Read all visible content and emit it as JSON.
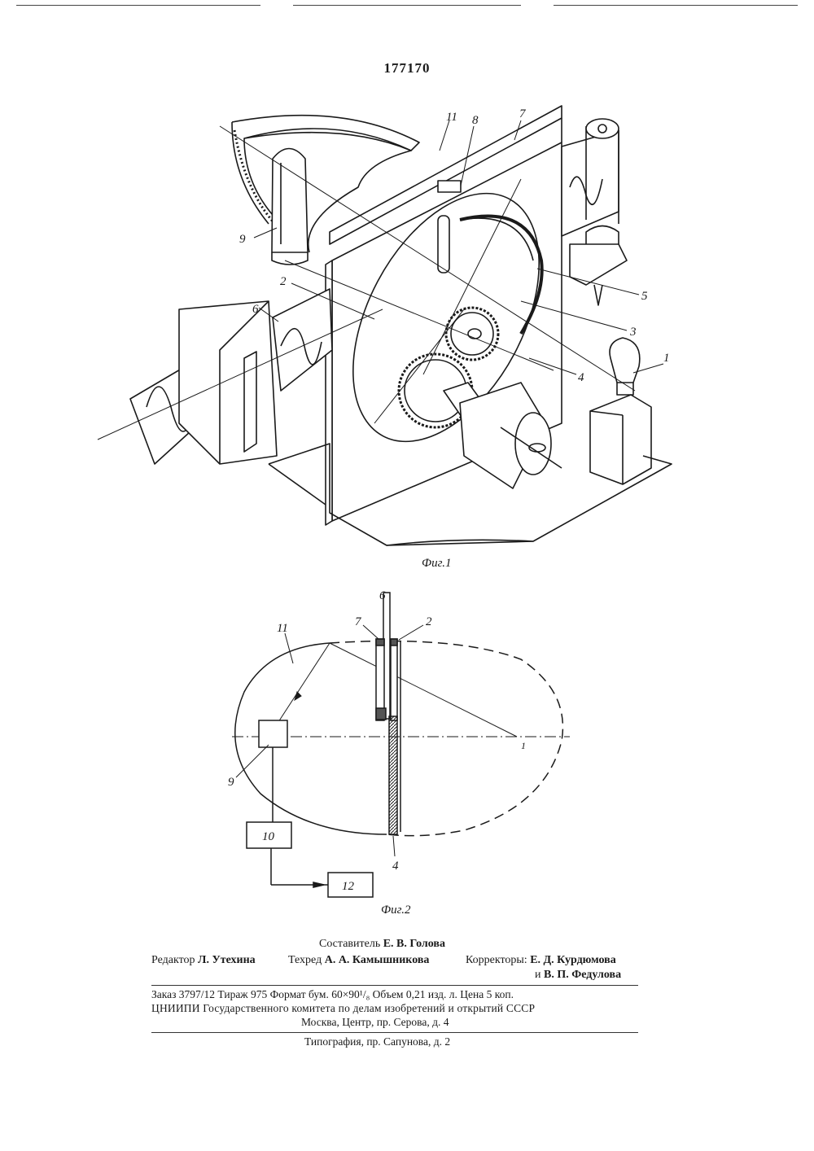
{
  "patent_number": "177170",
  "fig1": {
    "caption": "Фиг.1",
    "callouts": [
      "11",
      "7",
      "8",
      "9",
      "2",
      "6",
      "5",
      "3",
      "1",
      "4"
    ]
  },
  "fig2": {
    "caption": "Фиг.2",
    "callouts": [
      "6",
      "7",
      "2",
      "11",
      "1",
      "9",
      "10",
      "4",
      "12"
    ]
  },
  "colophon": {
    "compiler_label": "Составитель",
    "compiler_name": "Е. В. Голова",
    "editor_label": "Редактор",
    "editor_name": "Л. Утехина",
    "techred_label": "Техред",
    "techred_name": "А. А. Камышникова",
    "correctors_label": "Корректоры:",
    "corrector_1": "Е. Д. Курдюмова",
    "corrector_2_prefix": "и",
    "corrector_2": "В. П. Федулова",
    "order_line": "Заказ 3797/12    Тираж 975    Формат бум. 60×90¹/₈    Объем 0,21 изд. л.   Цена 5 коп.",
    "institute_line": "ЦНИИПИ Государственного комитета по делам изобретений и открытий СССР",
    "address_line": "Москва, Центр, пр. Серова, д. 4",
    "printing_line": "Типография, пр. Сапунова, д. 2"
  }
}
